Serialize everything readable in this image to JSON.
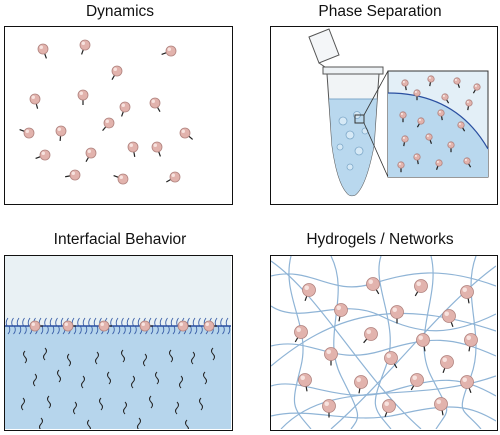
{
  "figure": {
    "panels": [
      {
        "title": "Dynamics"
      },
      {
        "title": "Phase Separation"
      },
      {
        "title": "Interfacial Behavior"
      },
      {
        "title": "Hydrogels / Networks"
      }
    ],
    "colors": {
      "particle_fill": "#e2b3ad",
      "particle_stroke": "#b0827e",
      "panel_border": "#111111",
      "liquid": "#b9d8ee",
      "dense_phase": "#cfe5f4",
      "water": "#b6d5ec",
      "air": "#e9f1f4",
      "fiber": "#8fb4d6",
      "interface": "#2a4fa0"
    },
    "icons": [
      "nanoparticle-icon",
      "microcentrifuge-tube-icon",
      "magnifier-inset-icon",
      "polymer-fiber-icon"
    ]
  }
}
